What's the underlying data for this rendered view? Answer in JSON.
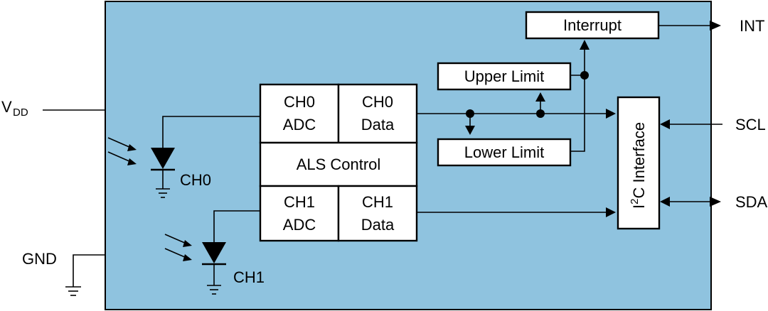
{
  "pins": {
    "vdd_main": "V",
    "vdd_sub": "DD",
    "gnd": "GND",
    "int": "INT",
    "scl": "SCL",
    "sda": "SDA"
  },
  "photodiodes": {
    "ch0": "CH0",
    "ch1": "CH1"
  },
  "blocks": {
    "ch0_adc_line1": "CH0",
    "ch0_adc_line2": "ADC",
    "ch0_data_line1": "CH0",
    "ch0_data_line2": "Data",
    "als_control": "ALS Control",
    "ch1_adc_line1": "CH1",
    "ch1_adc_line2": "ADC",
    "ch1_data_line1": "CH1",
    "ch1_data_line2": "Data",
    "upper_limit": "Upper Limit",
    "lower_limit": "Lower Limit",
    "interrupt": "Interrupt",
    "i2c_i": "I",
    "i2c_sup": "2",
    "i2c_rest": "C Interface"
  },
  "colors": {
    "chip_fill": "#8fc3df",
    "line": "#000000",
    "block_fill": "#ffffff"
  }
}
